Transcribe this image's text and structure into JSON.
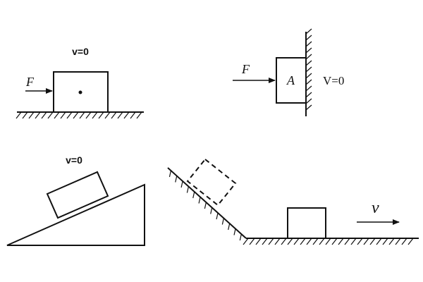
{
  "panels": {
    "top_left": {
      "force_label": "F",
      "velocity_label": "v=0"
    },
    "top_right": {
      "force_label": "F",
      "block_label": "A",
      "velocity_label": "V=0"
    },
    "bottom_left": {
      "velocity_label": "v=0"
    },
    "bottom_right": {
      "velocity_label": "v"
    }
  }
}
